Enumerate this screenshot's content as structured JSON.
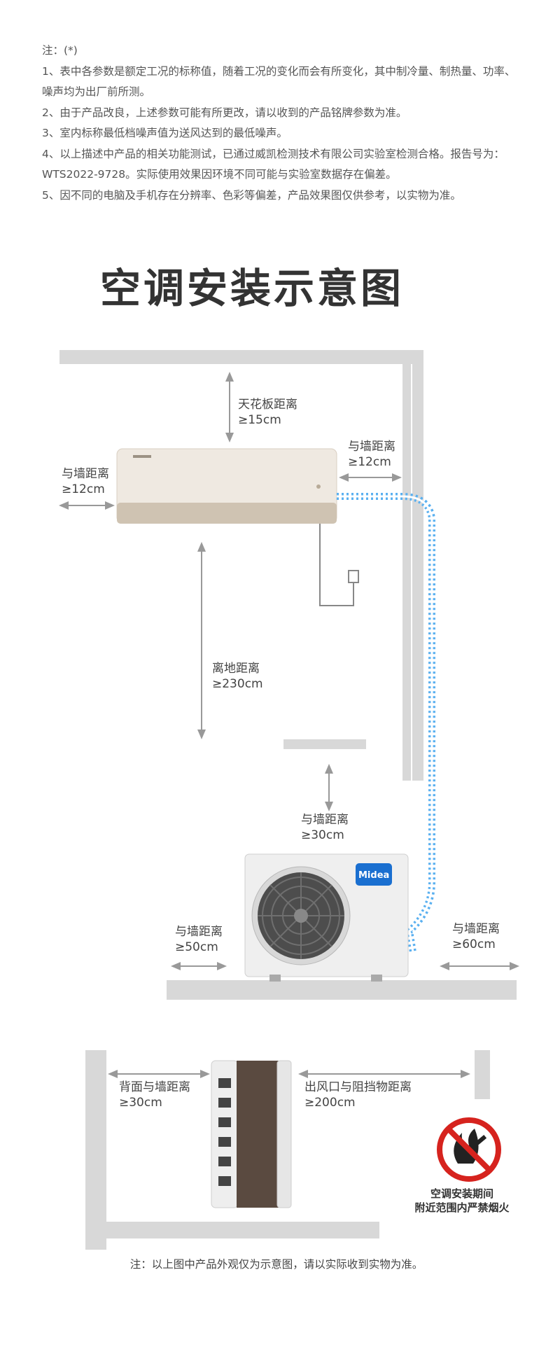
{
  "notes": {
    "heading": "注：(*)",
    "items": [
      "1、表中各参数是额定工况的标称值，随着工况的变化而会有所变化，其中制冷量、制热量、功率、噪声均为出厂前所测。",
      "2、由于产品改良，上述参数可能有所更改，请以收到的产品铭牌参数为准。",
      "3、室内标称最低档噪声值为送风达到的最低噪声。",
      "4、以上描述中产品的相关功能测试，已通过威凯检测技术有限公司实验室检测合格。报告号为：WTS2022-9728。实际使用效果因环境不同可能与实验室数据存在偏差。",
      "5、因不同的电脑及手机存在分辨率、色彩等偏差，产品效果图仅供参考，以实物为准。"
    ]
  },
  "title": "空调安装示意图",
  "indoor": {
    "ceiling": {
      "line1": "天花板距离",
      "line2": "≥15cm"
    },
    "left_wall": {
      "line1": "与墙距离",
      "line2": "≥12cm"
    },
    "right_wall": {
      "line1": "与墙距离",
      "line2": "≥12cm"
    },
    "floor": {
      "line1": "离地距离",
      "line2": "≥230cm"
    }
  },
  "outdoor": {
    "brand": "Midea",
    "top": {
      "line1": "与墙距离",
      "line2": "≥30cm"
    },
    "left": {
      "line1": "与墙距离",
      "line2": "≥50cm"
    },
    "right": {
      "line1": "与墙距离",
      "line2": "≥60cm"
    }
  },
  "side_view": {
    "back": {
      "line1": "背面与墙距离",
      "line2": "≥30cm"
    },
    "front": {
      "line1": "出风口与阻挡物距离",
      "line2": "≥200cm"
    }
  },
  "warning": {
    "line1": "空调安装期间",
    "line2": "附近范围内严禁烟火"
  },
  "footnote": "注：以上图中产品外观仅为示意图，请以实际收到实物为准。",
  "colors": {
    "wall": "#d8d8d8",
    "pipe": "#5ab0f0",
    "brand": "#1a6fd0",
    "warning_red": "#d6231e"
  }
}
